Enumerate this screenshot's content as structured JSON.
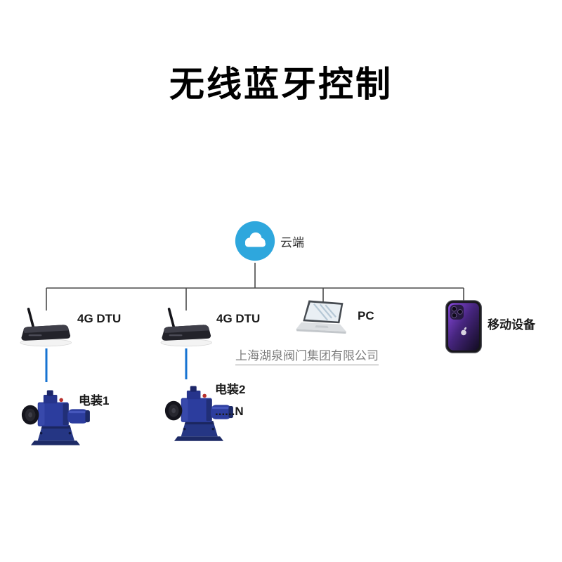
{
  "title": "无线蓝牙控制",
  "watermark": "上海湖泉阀门集团有限公司",
  "cloud": {
    "label": "云端"
  },
  "nodes": {
    "dtu1": {
      "label": "4G DTU"
    },
    "dtu2": {
      "label": "4G DTU"
    },
    "pc": {
      "label": "PC"
    },
    "mobile": {
      "label": "移动设备"
    },
    "actuator1": {
      "label": "电装1"
    },
    "actuator2": {
      "label": "电装2",
      "sublabel": "......N"
    }
  },
  "colors": {
    "cloud_icon": "#2ea7dd",
    "tree_line": "#4a4a4a",
    "device_link_line": "#1673d2",
    "actuator_body": "#2c3d9e",
    "phone_screen": "#5a2da0"
  }
}
